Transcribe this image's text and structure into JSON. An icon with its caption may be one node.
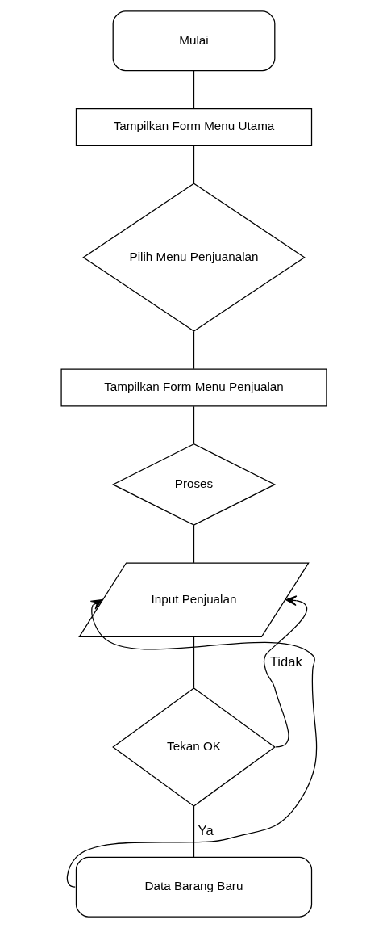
{
  "diagram": {
    "nodes": [
      {
        "text": [
          "Mulai"
        ]
      },
      {
        "text": [
          "Tampilkan Form Menu Utama"
        ]
      },
      {
        "text": [
          "Pilih Menu Penjuanalan"
        ]
      },
      {
        "text": [
          "Tampilkan Form Menu Penjualan"
        ]
      },
      {
        "text": [
          "Proses"
        ]
      },
      {
        "text": [
          "Input Penjualan"
        ]
      },
      {
        "text": [
          "Tekan OK"
        ]
      },
      {
        "text": [
          "Data Barang Baru"
        ]
      }
    ],
    "edges": [
      {
        "from": 0,
        "to": 1,
        "arrow": "none"
      },
      {
        "from": 1,
        "to": 2,
        "arrow": "none"
      },
      {
        "from": 2,
        "to": 3,
        "arrow": "none"
      },
      {
        "from": 3,
        "to": 4,
        "arrow": "none"
      },
      {
        "from": 4,
        "to": 5,
        "arrow": "none"
      },
      {
        "from": 5,
        "to": 6,
        "arrow": "none"
      },
      {
        "from": 6,
        "to": 5,
        "arrow": "to",
        "label": "Tidak"
      },
      {
        "from": 6,
        "to": 7,
        "arrow": "none",
        "label": "Ya"
      },
      {
        "from": 7,
        "to": 5,
        "arrow": "to"
      }
    ]
  }
}
